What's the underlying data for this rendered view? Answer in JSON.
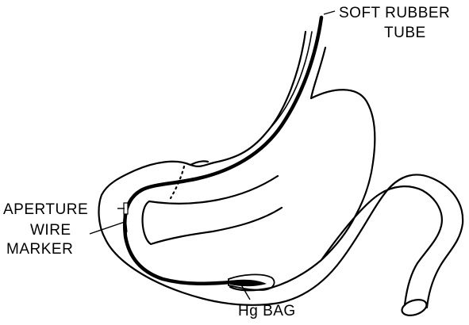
{
  "labels": {
    "tube_line1": "SOFT RUBBER",
    "tube_line2": "TUBE",
    "aperture": "APERTURE",
    "marker_line1": "WIRE",
    "marker_line2": "MARKER",
    "hg_bag": "Hg BAG"
  },
  "colors": {
    "ink": "#000000",
    "paper": "#ffffff"
  }
}
